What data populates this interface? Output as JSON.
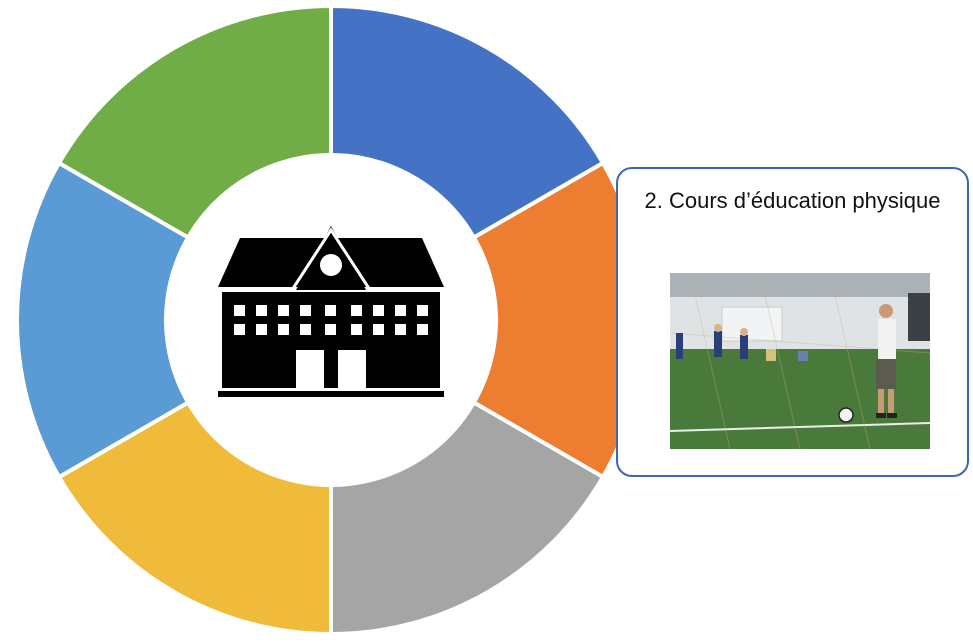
{
  "diagram": {
    "type": "segmented-ring",
    "center_icon": "school-building-icon",
    "segments": [
      {
        "index": 1,
        "color": "#4472c4"
      },
      {
        "index": 2,
        "color": "#ed7d31"
      },
      {
        "index": 3,
        "color": "#a5a5a5"
      },
      {
        "index": 4,
        "color": "#f0bb3a"
      },
      {
        "index": 5,
        "color": "#5b9bd5"
      },
      {
        "index": 6,
        "color": "#70ad47"
      }
    ]
  },
  "callout": {
    "title": "2. Cours d’éducation physique",
    "border_color": "#3f66b0",
    "photo_icon": "soccer-field-photo",
    "photo_colors": {
      "turf": "#4a7a3b",
      "wall": "#dfe3e6",
      "ceiling": "#aab2b8"
    }
  }
}
